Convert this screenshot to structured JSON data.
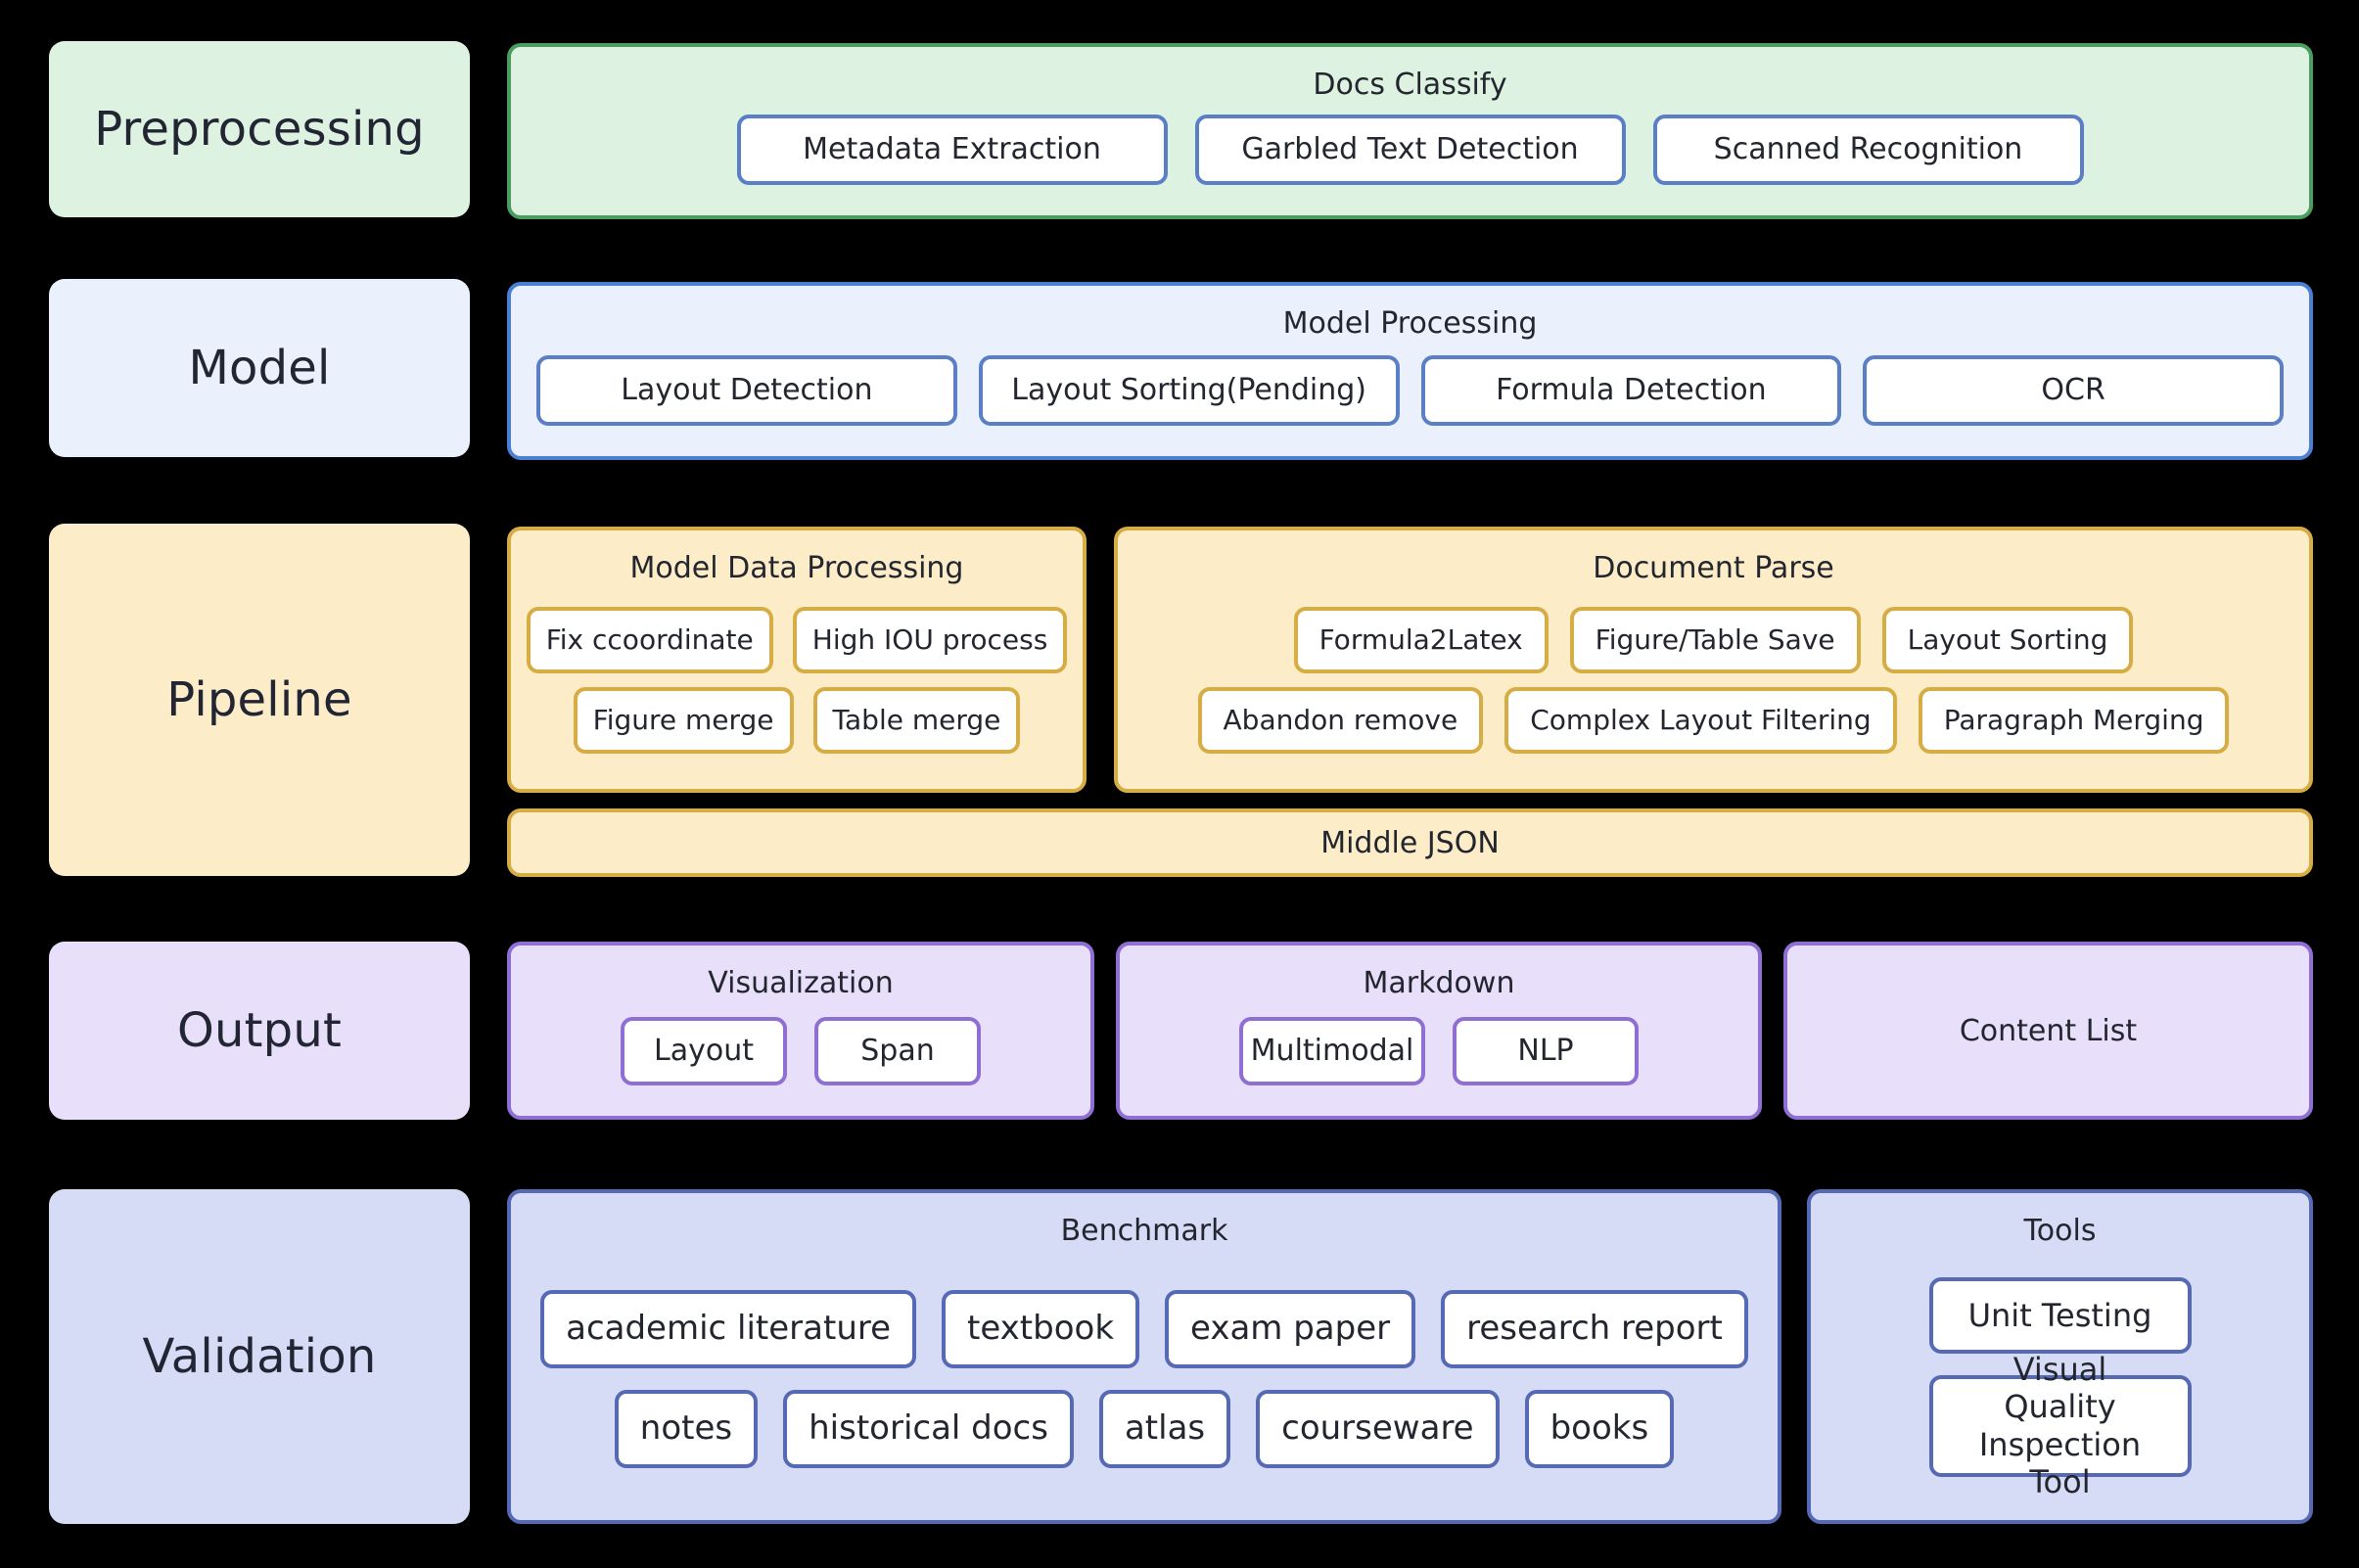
{
  "colors": {
    "background": "#000000",
    "preprocessing_fill": "#ddf2e0",
    "preprocessing_border": "#4a9d5f",
    "model_fill": "#eaf1fd",
    "model_border": "#4a7fd4",
    "pipeline_fill": "#fcedc8",
    "pipeline_border": "#d6ac44",
    "output_fill": "#e8dffb",
    "output_border": "#8f6fd4",
    "validation_fill": "#d6dcf5",
    "validation_border": "#5669b5",
    "chip_fill": "#ffffff",
    "text": "#23262f"
  },
  "rows": {
    "preprocessing": {
      "label": "Preprocessing",
      "panels": {
        "docs_classify": {
          "title": "Docs Classify",
          "items": [
            "Metadata Extraction",
            "Garbled Text Detection",
            "Scanned Recognition"
          ]
        }
      }
    },
    "model": {
      "label": "Model",
      "panels": {
        "model_processing": {
          "title": "Model Processing",
          "items": [
            "Layout Detection",
            "Layout Sorting(Pending)",
            "Formula Detection",
            "OCR"
          ]
        }
      }
    },
    "pipeline": {
      "label": "Pipeline",
      "panels": {
        "model_data_processing": {
          "title": "Model Data Processing",
          "row1": [
            "Fix ccoordinate",
            "High IOU process"
          ],
          "row2": [
            "Figure merge",
            "Table merge"
          ]
        },
        "document_parse": {
          "title": "Document Parse",
          "row1": [
            "Formula2Latex",
            "Figure/Table Save",
            "Layout Sorting"
          ],
          "row2": [
            "Abandon remove",
            "Complex Layout Filtering",
            "Paragraph Merging"
          ]
        },
        "middle_json": {
          "title": "Middle JSON"
        }
      }
    },
    "output": {
      "label": "Output",
      "panels": {
        "visualization": {
          "title": "Visualization",
          "items": [
            "Layout",
            "Span"
          ]
        },
        "markdown": {
          "title": "Markdown",
          "items": [
            "Multimodal",
            "NLP"
          ]
        },
        "content_list": {
          "title": "Content List"
        }
      }
    },
    "validation": {
      "label": "Validation",
      "panels": {
        "benchmark": {
          "title": "Benchmark",
          "row1": [
            "academic literature",
            "textbook",
            "exam paper",
            "research report"
          ],
          "row2": [
            "notes",
            "historical docs",
            "atlas",
            "courseware",
            "books"
          ]
        },
        "tools": {
          "title": "Tools",
          "items": [
            "Unit Testing",
            "Visual Quality Inspection Tool"
          ]
        }
      }
    }
  }
}
